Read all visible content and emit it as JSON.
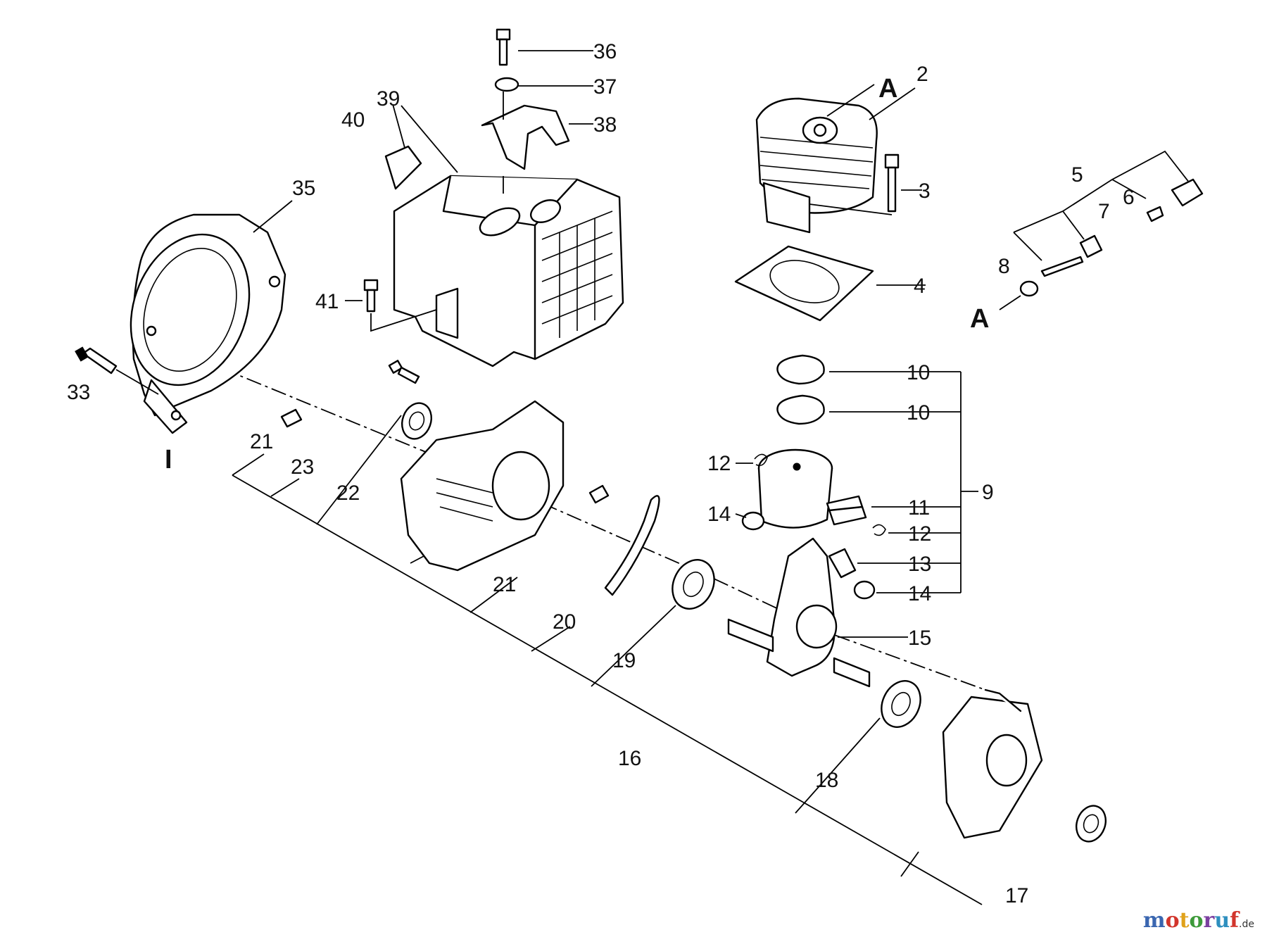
{
  "diagram": {
    "labels": {
      "p2": "2",
      "p3": "3",
      "p4": "4",
      "p5": "5",
      "p6": "6",
      "p7": "7",
      "p8": "8",
      "p9": "9",
      "p10a": "10",
      "p10b": "10",
      "p11": "11",
      "p12a": "12",
      "p12b": "12",
      "p13": "13",
      "p14a": "14",
      "p14b": "14",
      "p15": "15",
      "p16": "16",
      "p17": "17",
      "p18": "18",
      "p19": "19",
      "p20": "20",
      "p21a": "21",
      "p21b": "21",
      "p22": "22",
      "p23": "23",
      "p33": "33",
      "p35": "35",
      "p36": "36",
      "p37": "37",
      "p38": "38",
      "p39": "39",
      "p40": "40",
      "p41": "41"
    },
    "refs": {
      "refA1": "A",
      "refA2": "A",
      "refI": "I"
    }
  },
  "watermark": {
    "brand": "motoruf",
    "tld": ".de"
  },
  "colors": {
    "line": "#000000",
    "background": "#ffffff"
  }
}
